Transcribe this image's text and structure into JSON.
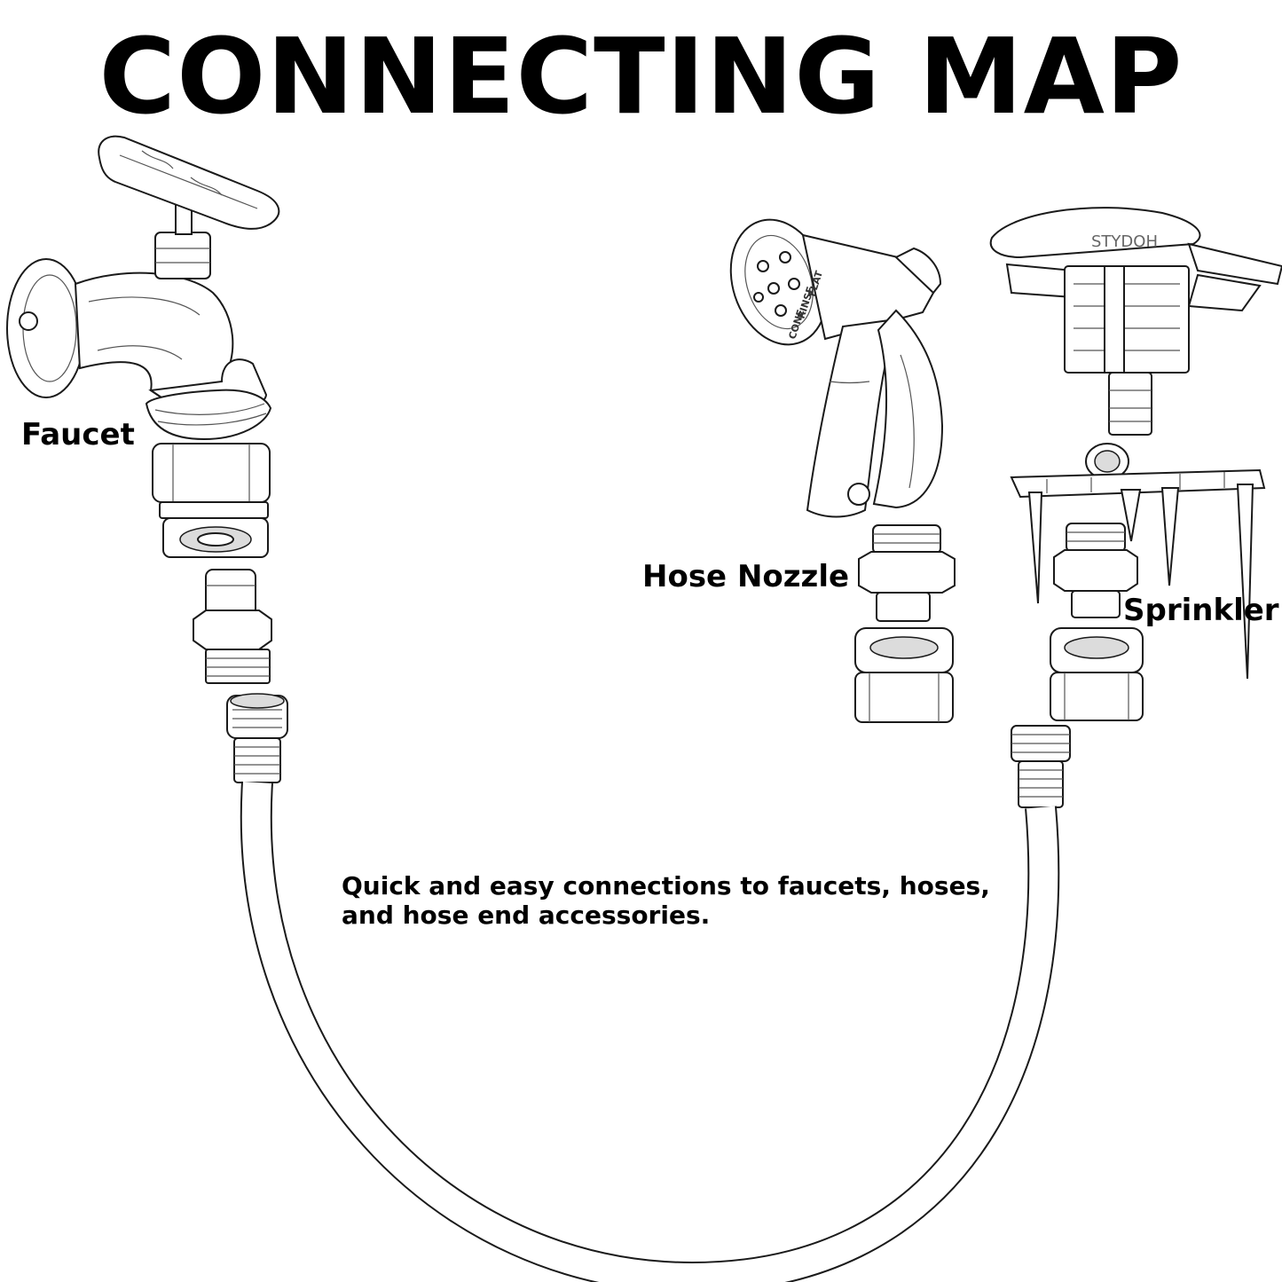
{
  "title": "CONNECTING MAP",
  "labels": {
    "faucet": "Faucet",
    "hose_nozzle": "Hose Nozzle",
    "sprinkler": "Sprinkler"
  },
  "caption": {
    "line1": "Quick and easy connections to faucets, hoses,",
    "line2": "and hose end accessories."
  },
  "sprinkler_brand": "STYDOH",
  "nozzle_markings": [
    "FLAT",
    "RINSE",
    "CONE"
  ]
}
